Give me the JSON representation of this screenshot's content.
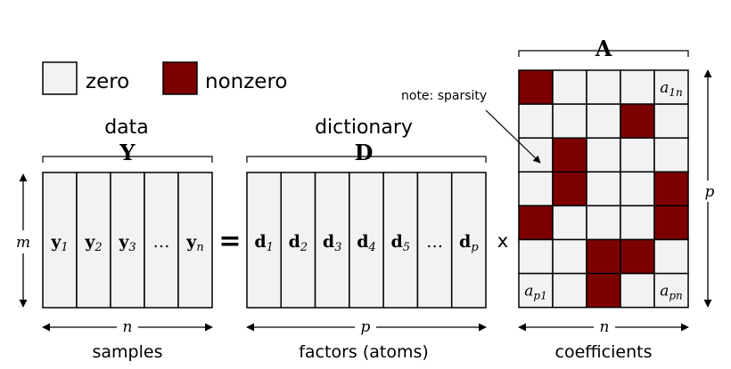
{
  "legend": {
    "zero_label": "zero",
    "nonzero_label": "nonzero",
    "zero_color": "#f2f2f2",
    "nonzero_color": "#7d0000"
  },
  "data_matrix": {
    "caption_top": "data",
    "symbol": "Y",
    "columns": [
      {
        "base": "y",
        "sub": "1"
      },
      {
        "base": "y",
        "sub": "2"
      },
      {
        "base": "y",
        "sub": "3"
      },
      {
        "dots": "…"
      },
      {
        "base": "y",
        "sub": "n"
      }
    ],
    "row_dim": "m",
    "col_dim": "n",
    "caption_bottom": "samples"
  },
  "equals_sign": "=",
  "dictionary_matrix": {
    "caption_top": "dictionary",
    "symbol": "D",
    "columns": [
      {
        "base": "d",
        "sub": "1"
      },
      {
        "base": "d",
        "sub": "2"
      },
      {
        "base": "d",
        "sub": "3"
      },
      {
        "base": "d",
        "sub": "4"
      },
      {
        "base": "d",
        "sub": "5"
      },
      {
        "dots": "…"
      },
      {
        "base": "d",
        "sub": "p"
      }
    ],
    "col_dim": "p",
    "caption_bottom": "factors (atoms)"
  },
  "times_sign": "x",
  "coefficient_matrix": {
    "symbol": "A",
    "rows": 7,
    "cols": 5,
    "grid": [
      [
        1,
        0,
        0,
        0,
        0
      ],
      [
        0,
        0,
        0,
        1,
        0
      ],
      [
        0,
        1,
        0,
        0,
        0
      ],
      [
        0,
        1,
        0,
        0,
        1
      ],
      [
        1,
        0,
        0,
        0,
        1
      ],
      [
        0,
        0,
        1,
        1,
        0
      ],
      [
        0,
        0,
        1,
        0,
        0
      ]
    ],
    "cell_labels": [
      {
        "row": 0,
        "col": 4,
        "base": "a",
        "sub": "1n"
      },
      {
        "row": 6,
        "col": 0,
        "base": "a",
        "sub": "p1"
      },
      {
        "row": 6,
        "col": 4,
        "base": "a",
        "sub": "pn"
      }
    ],
    "row_dim": "p",
    "col_dim": "n",
    "caption_bottom": "coefficients",
    "annotation": "note: sparsity"
  }
}
